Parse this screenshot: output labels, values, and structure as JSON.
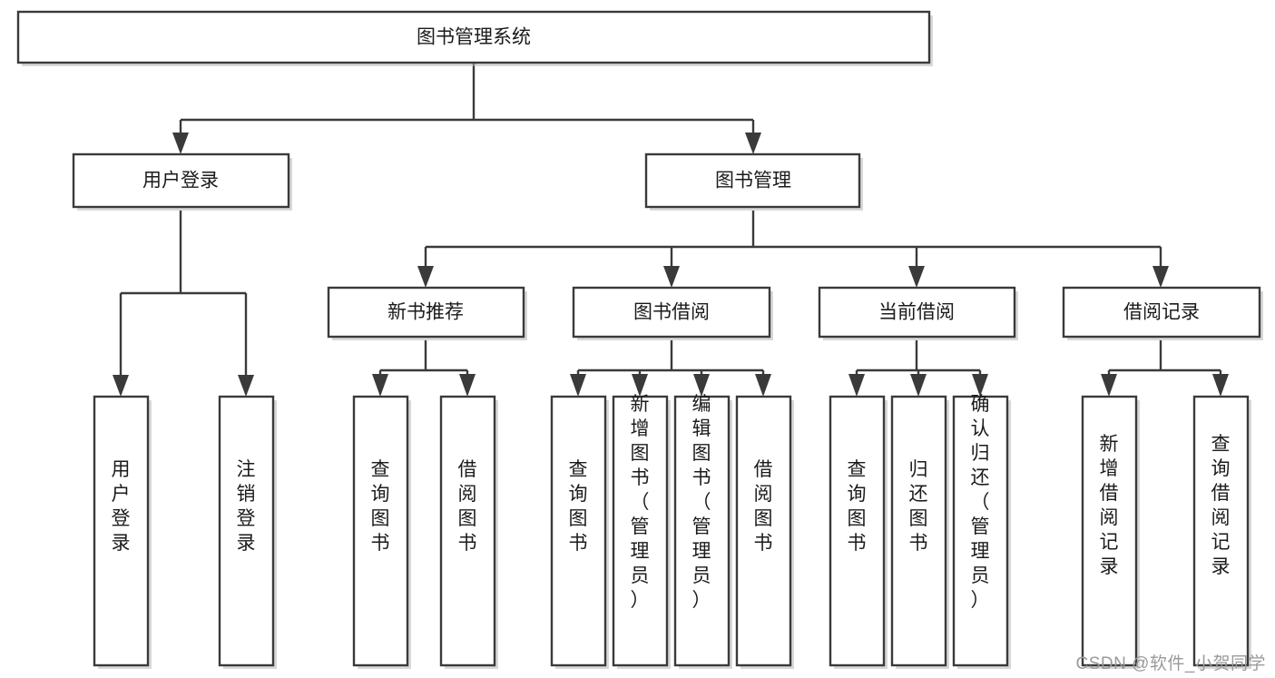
{
  "diagram": {
    "title": "图书管理系统",
    "type": "tree-hierarchy",
    "watermark": "CSDN @软件_小贺同学",
    "colors": {
      "stroke": "#3a3a3a",
      "fill": "#ffffff",
      "text": "#1b1b1b",
      "watermark": "#9a9a9a",
      "background": "#ffffff"
    },
    "root": {
      "label": "图书管理系统"
    },
    "level2": [
      {
        "label": "用户登录"
      },
      {
        "label": "图书管理"
      }
    ],
    "level3": [
      {
        "label": "新书推荐"
      },
      {
        "label": "图书借阅"
      },
      {
        "label": "当前借阅"
      },
      {
        "label": "借阅记录"
      }
    ],
    "leaves": {
      "user_login": [
        {
          "label": "用户登录"
        },
        {
          "label": "注销登录"
        }
      ],
      "new_book_recommend": [
        {
          "label": "查询图书"
        },
        {
          "label": "借阅图书"
        }
      ],
      "book_borrow": [
        {
          "label": "查询图书"
        },
        {
          "label": "新增图书（管理员）"
        },
        {
          "label": "编辑图书（管理员）"
        },
        {
          "label": "借阅图书"
        }
      ],
      "current_borrow": [
        {
          "label": "查询图书"
        },
        {
          "label": "归还图书"
        },
        {
          "label": "确认归还（管理员）"
        }
      ],
      "borrow_record": [
        {
          "label": "新增借阅记录"
        },
        {
          "label": "查询借阅记录"
        }
      ]
    }
  }
}
